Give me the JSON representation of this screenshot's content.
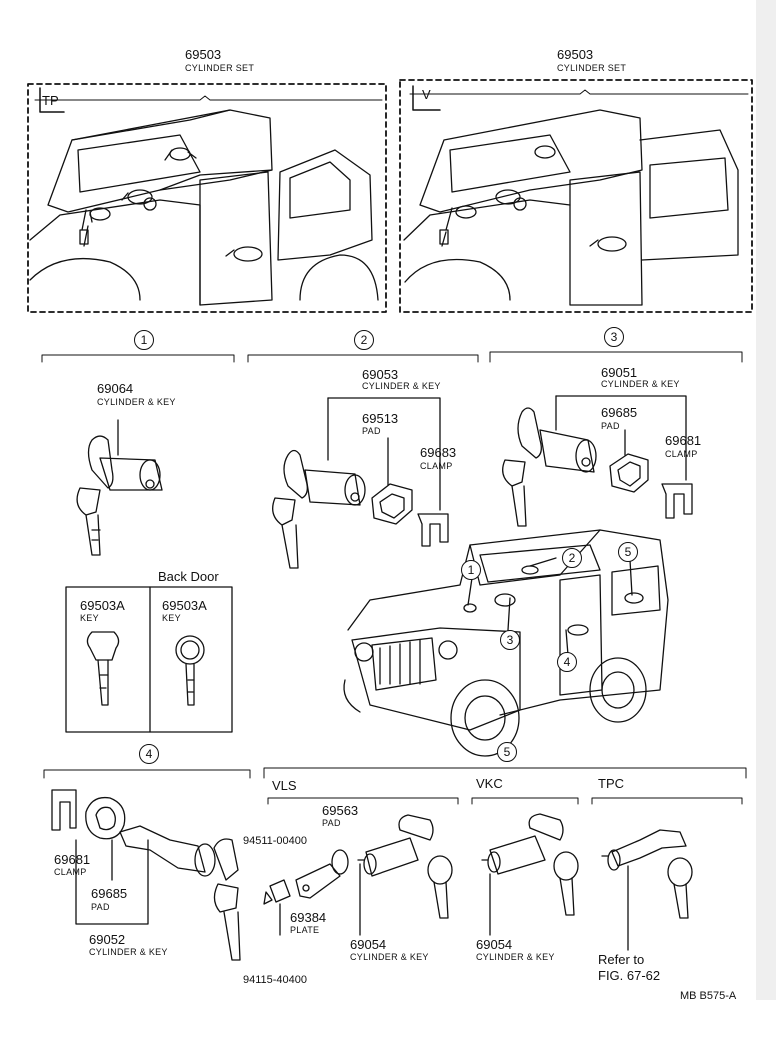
{
  "tp": {
    "part_no": "69503",
    "part_desc": "CYLINDER SET",
    "variant": "TP"
  },
  "v": {
    "part_no": "69503",
    "part_desc": "CYLINDER SET",
    "variant": "V"
  },
  "section1": {
    "marker": "1",
    "part_no": "69064",
    "part_desc": "CYLINDER & KEY"
  },
  "section2": {
    "marker": "2",
    "cyl_no": "69053",
    "cyl_desc": "CYLINDER & KEY",
    "pad_no": "69513",
    "pad_desc": "PAD",
    "clamp_no": "69683",
    "clamp_desc": "CLAMP"
  },
  "section3": {
    "marker": "3",
    "cyl_no": "69051",
    "cyl_desc": "CYLINDER & KEY",
    "pad_no": "69685",
    "pad_desc": "PAD",
    "clamp_no": "69681",
    "clamp_desc": "CLAMP"
  },
  "keys": {
    "back_door": "Back Door",
    "key1_no": "69503A",
    "key1_desc": "KEY",
    "key2_no": "69503A",
    "key2_desc": "KEY"
  },
  "vehicle_markers": [
    "1",
    "2",
    "3",
    "4",
    "5"
  ],
  "section4": {
    "marker": "4",
    "clamp_no": "69681",
    "clamp_desc": "CLAMP",
    "pad_no": "69685",
    "pad_desc": "PAD",
    "cyl_no": "69052",
    "cyl_desc": "CYLINDER & KEY"
  },
  "section5": {
    "marker": "5",
    "vls": "VLS",
    "vkc": "VKC",
    "tpc": "TPC",
    "bolt_no": "94511-00400",
    "nut_no": "94115-40400",
    "pad_no": "69563",
    "pad_desc": "PAD",
    "plate_no": "69384",
    "plate_desc": "PLATE",
    "vls_cyl_no": "69054",
    "vls_cyl_desc": "CYLINDER & KEY",
    "vkc_cyl_no": "69054",
    "vkc_cyl_desc": "CYLINDER & KEY",
    "refer_line1": "Refer to",
    "refer_line2": "FIG. 67-62"
  },
  "footer": {
    "code": "MB  B575-A"
  }
}
